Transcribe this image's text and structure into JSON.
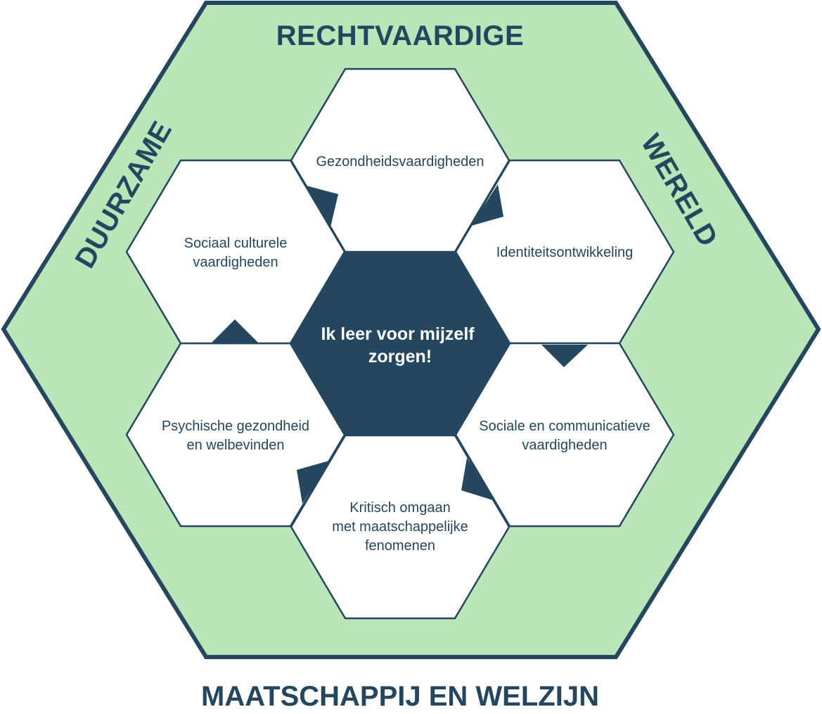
{
  "frame": {
    "top_word": "RECHTVAARDIGE",
    "left_word": "DUURZAME",
    "right_word": "WERELD",
    "bottom_title": "MAATSCHAPPIJ EN WELZIJN",
    "fill_color": "#b9e6b8",
    "border_color": "#24465e"
  },
  "center": {
    "lines": [
      "Ik leer voor mijzelf",
      "zorgen!"
    ],
    "fill_color": "#24465e",
    "text_color": "#ffffff"
  },
  "cells": [
    {
      "id": "gezondheidsvaardigheden",
      "lines": [
        "Gezondheidsvaardigheden"
      ]
    },
    {
      "id": "identiteitsontwikkeling",
      "lines": [
        "Identiteitsontwikkeling"
      ]
    },
    {
      "id": "sociale-communicatieve-vaardigheden",
      "lines": [
        "Sociale en communicatieve",
        "vaardigheden"
      ]
    },
    {
      "id": "kritisch-omgaan",
      "lines": [
        "Kritisch omgaan",
        "met maatschappelijke",
        "fenomenen"
      ]
    },
    {
      "id": "psychische-gezondheid",
      "lines": [
        "Psychische gezondheid",
        "en welbevinden"
      ]
    },
    {
      "id": "sociaal-culturele-vaardigheden",
      "lines": [
        "Sociaal culturele",
        "vaardigheden"
      ]
    }
  ],
  "cell_style": {
    "fill_color": "#ffffff",
    "stroke_color": "#24465e",
    "text_color": "#24465e"
  }
}
